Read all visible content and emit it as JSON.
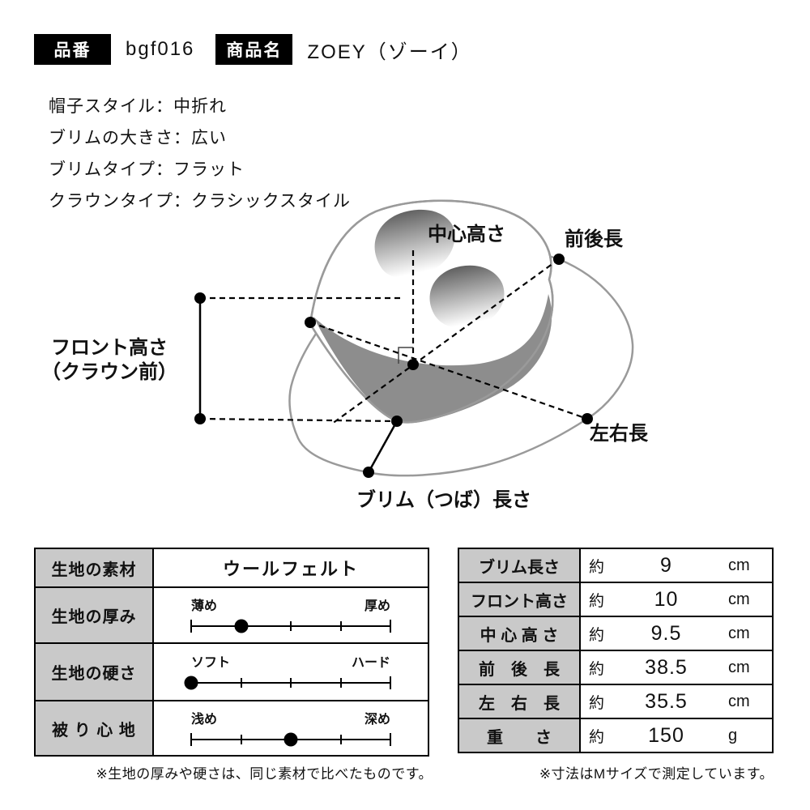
{
  "header": {
    "item_no_label": "品番",
    "item_no_value": "bgf016",
    "product_name_label": "商品名",
    "product_name_value": "ZOEY（ゾーイ）"
  },
  "attributes": [
    "帽子スタイル：中折れ",
    "ブリムの大きさ：広い",
    "ブリムタイプ：フラット",
    "クラウンタイプ：クラシックスタイル"
  ],
  "diagram": {
    "center_height": "中心高さ",
    "front_back_length": "前後長",
    "front_height_line1": "フロント高さ",
    "front_height_line2": "（クラウン前）",
    "left_right_length": "左右長",
    "brim_length": "ブリム（つば）長さ"
  },
  "fabric_table": {
    "rows": [
      {
        "label": "生地の素材",
        "value": "ウールフェルト"
      },
      {
        "label": "生地の厚み",
        "left": "薄め",
        "right": "厚め",
        "position": 2,
        "ticks": 5
      },
      {
        "label": "生地の硬さ",
        "left": "ソフト",
        "right": "ハード",
        "position": 1,
        "ticks": 5
      },
      {
        "label": "被 り 心 地",
        "left": "浅め",
        "right": "深め",
        "position": 3,
        "ticks": 5
      }
    ],
    "footnote": "※生地の厚みや硬さは、同じ素材で比べたものです。"
  },
  "spec_table": {
    "rows": [
      {
        "label": "ブリム長さ",
        "approx": "約",
        "value": "9",
        "unit": "cm"
      },
      {
        "label": "フロント高さ",
        "approx": "約",
        "value": "10",
        "unit": "cm"
      },
      {
        "label": "中 心 高 さ",
        "approx": "約",
        "value": "9.5",
        "unit": "cm"
      },
      {
        "label": "前　後　長",
        "approx": "約",
        "value": "38.5",
        "unit": "cm"
      },
      {
        "label": "左　右　長",
        "approx": "約",
        "value": "35.5",
        "unit": "cm"
      },
      {
        "label": "重　　さ",
        "approx": "約",
        "value": "150",
        "unit": "g"
      }
    ],
    "footnote": "※寸法はMサイズで測定しています。"
  },
  "colors": {
    "tag_bg": "#000000",
    "table_label_bg": "#c9c9c9",
    "ribbon_gray": "#8d8d8d",
    "hat_outline_gray": "#9a9a9a"
  }
}
